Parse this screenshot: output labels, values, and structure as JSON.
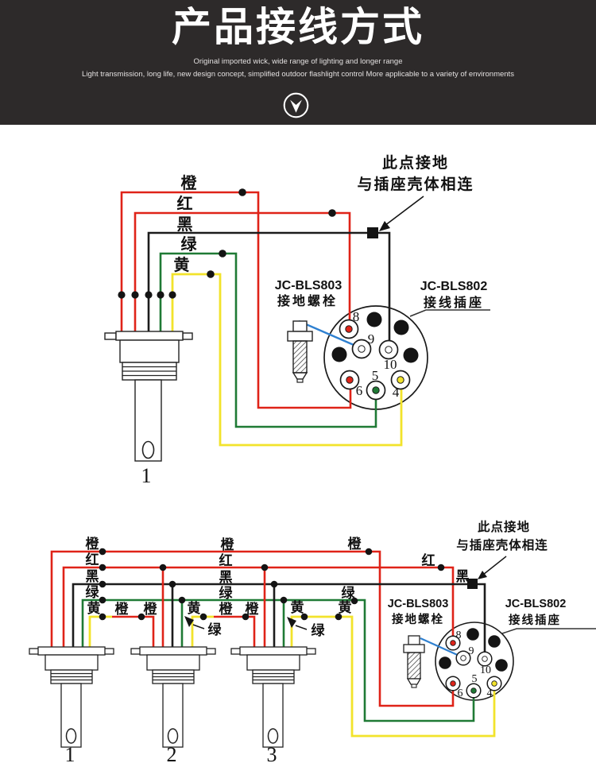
{
  "header": {
    "title": "产品接线方式",
    "subtitle1": "Original imported wick, wide range of lighting and longer range",
    "subtitle2": "Light transmission, long life, new design concept, simplified outdoor flashlight control More applicable to a variety of environments"
  },
  "colors": {
    "header_bg": "#2d2a2a",
    "wire_red": "#df2318",
    "wire_black": "#1c1c1c",
    "wire_green": "#1f7a35",
    "wire_yellow": "#f2e32b",
    "wire_blue": "#2f80d0"
  },
  "d1": {
    "wires": [
      "橙",
      "红",
      "黑",
      "绿",
      "黄"
    ],
    "note": [
      "此点接地",
      "与插座壳体相连"
    ],
    "bolt": [
      "JC-BLS803",
      "接地螺栓"
    ],
    "socket": [
      "JC-BLS802",
      "接线插座"
    ],
    "pins": [
      "8",
      "9",
      "10",
      "6",
      "5",
      "4"
    ],
    "sensor": "1"
  },
  "d2": {
    "col1": [
      "橙",
      "红",
      "黑",
      "绿",
      "黄"
    ],
    "col2": [
      "橙",
      "红",
      "黑",
      "绿"
    ],
    "col3": [
      "橙",
      "红",
      "黑",
      "绿"
    ],
    "seg1": [
      "橙",
      "橙"
    ],
    "seg2": [
      "黄",
      "橙",
      "橙"
    ],
    "seg3": [
      "黄",
      "黄"
    ],
    "callouts": [
      "绿",
      "绿"
    ],
    "note": [
      "此点接地",
      "与插座壳体相连"
    ],
    "bolt": [
      "JC-BLS803",
      "接地螺栓"
    ],
    "socket": [
      "JC-BLS802",
      "接线插座"
    ],
    "pins": [
      "8",
      "9",
      "10",
      "6",
      "5",
      "4"
    ],
    "sensors": [
      "1",
      "2",
      "3"
    ]
  }
}
